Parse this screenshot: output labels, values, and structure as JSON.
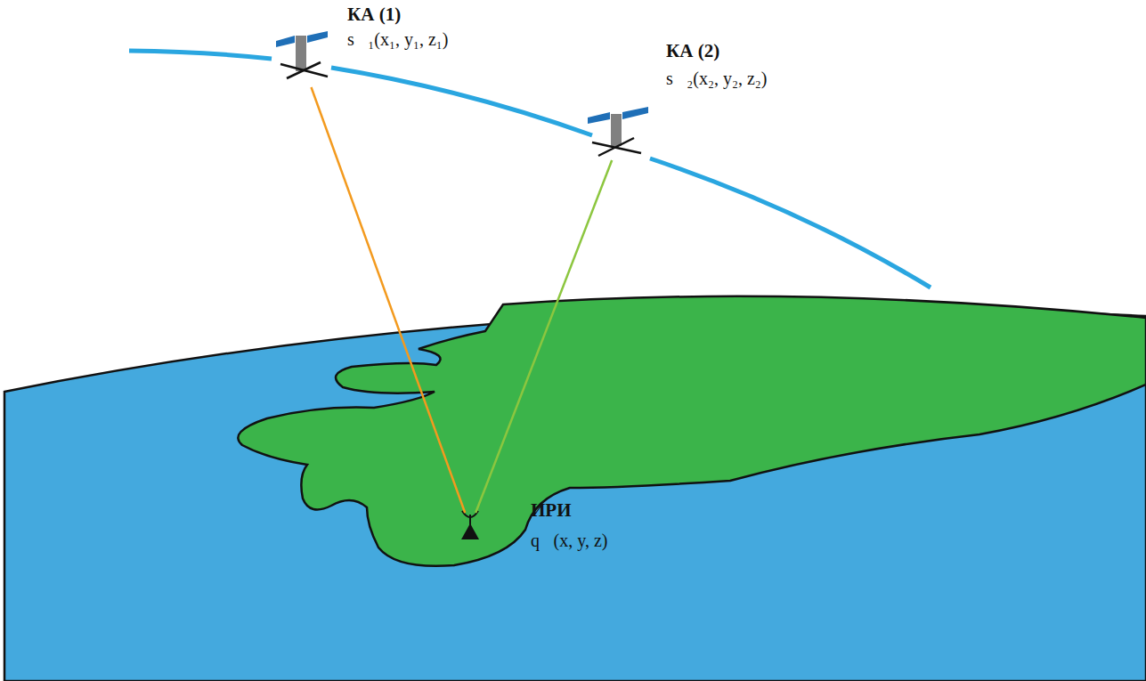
{
  "diagram": {
    "nodes": [
      {
        "text": [
          "КА (1)",
          "s⃗₁(x₁, y₁, z₁)"
        ]
      },
      {
        "text": [
          "КА (2)",
          "s⃗₂(x₂, y₂, z₂)"
        ]
      },
      {
        "text": [
          "ИРИ",
          "q⃗(x, y, z)"
        ]
      }
    ],
    "edges": [
      {
        "from": 0,
        "to": 2,
        "arrow": "none"
      },
      {
        "from": 1,
        "to": 2,
        "arrow": "none"
      }
    ]
  }
}
